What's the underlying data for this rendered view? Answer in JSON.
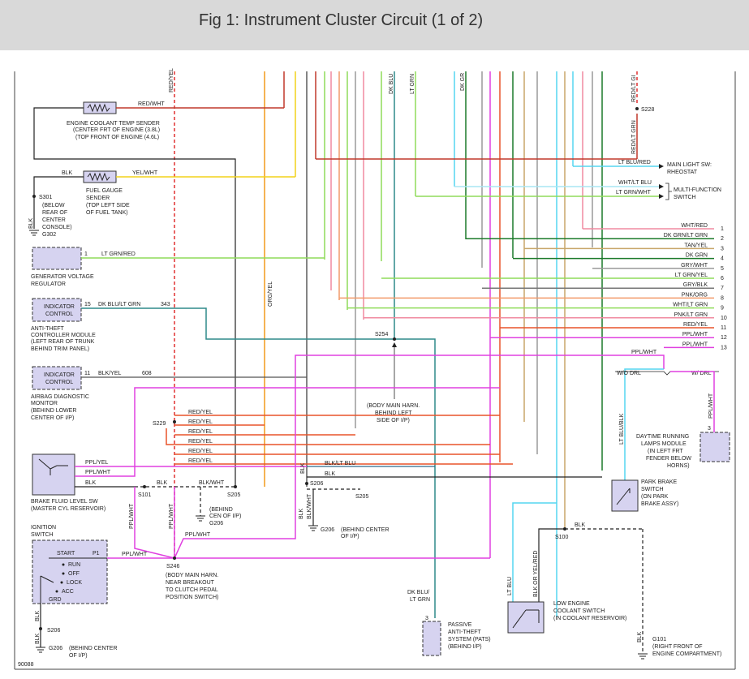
{
  "title": "Fig 1: Instrument Cluster Circuit (1 of 2)",
  "figure_code": "90088",
  "colors": {
    "red_wht": "#c0392b",
    "red_yel": "#e8542a",
    "yel_wht": "#f2d21a",
    "org_yel": "#f29a1a",
    "lt_grn": "#8fdc5a",
    "dk_grn": "#1b7a2a",
    "dk_blu_lt_grn": "#2f8a8a",
    "ppl_wht": "#e040e0",
    "lt_blu": "#55d6f0",
    "blk": "#222222",
    "tan_yel": "#c8a66a",
    "gry": "#9a9a9a",
    "pnk": "#f08aa0"
  },
  "components": {
    "ect_sender": [
      "ENGINE COOLANT TEMP SENDER",
      "(CENTER FRT OF ENGINE (3.8L)",
      "(TOP FRONT OF ENGINE (4.6L)"
    ],
    "fuel_sender": [
      "FUEL GAUGE",
      "SENDER",
      "(TOP LEFT SIDE",
      "OF FUEL TANK)"
    ],
    "s301": [
      "S301",
      "(BELOW",
      "REAR OF",
      "CENTER",
      "CONSOLE)"
    ],
    "g302": "G302",
    "gen_reg": [
      "GENERATOR VOLTAGE",
      "REGULATOR"
    ],
    "indicator_control": [
      "INDICATOR",
      "CONTROL"
    ],
    "anti_theft": [
      "ANTI-THEFT",
      "CONTROLLER MODULE",
      "(LEFT REAR OF TRUNK",
      "BEHIND TRIM PANEL)"
    ],
    "airbag": [
      "AIRBAG DIAGNOSTIC",
      "MONITOR",
      "(BEHIND LOWER",
      "CENTER OF I/P)"
    ],
    "brake_fluid": [
      "BRAKE FLUID LEVEL SW",
      "(MASTER CYL RESERVOIR)"
    ],
    "ignition": [
      "IGNITION",
      "SWITCH"
    ],
    "ign_positions": [
      "START",
      "RUN",
      "OFF",
      "LOCK",
      "ACC",
      "GRD",
      "P1"
    ],
    "s254_note": [
      "(BODY MAIN HARN.",
      "BEHIND LEFT",
      "SIDE OF I/P)"
    ],
    "s246_note": [
      "(BODY MAIN HARN.",
      "NEAR BREAKOUT",
      "TO CLUTCH PEDAL",
      "POSITION SWITCH)"
    ],
    "g206_a": [
      "(BEHIND",
      "CEN OF I/P)",
      "G206"
    ],
    "g206_b": [
      "G206",
      "(BEHIND CENTER",
      "OF I/P)"
    ],
    "g206_c": [
      "G206",
      "(BEHIND CENTER",
      "OF I/P)"
    ],
    "pats": [
      "PASSIVE",
      "ANTI-THEFT",
      "SYSTEM (PATS)",
      "(BEHIND I/P)"
    ],
    "low_coolant": [
      "LOW ENGINE",
      "COOLANT SWITCH",
      "(IN COOLANT RESERVOIR)"
    ],
    "g101": [
      "G101",
      "(RIGHT FRONT OF",
      "ENGINE COMPARTMENT)"
    ],
    "park_brake": [
      "PARK BRAKE",
      "SWITCH",
      "(ON PARK",
      "BRAKE ASSY)"
    ],
    "drl_module": [
      "DAYTIME RUNNING",
      "LAMPS MODULE",
      "(IN LEFT FRT",
      "FENDER BELOW",
      "HORNS)"
    ],
    "main_light_sw": [
      "MAIN LIGHT SW:",
      "RHEOSTAT"
    ],
    "multi_func": [
      "MULTI-FUNCTION",
      "SWITCH"
    ],
    "wo_drl": "W/O DRL",
    "w_drl": "W/ DRL"
  },
  "wires": {
    "red_wht": "RED/WHT",
    "yel_wht": "YEL/WHT",
    "blk": "BLK",
    "lt_grn_red": "LT GRN/RED",
    "dk_blu_lt_grn": "DK BLU/LT GRN",
    "blk_yel": "BLK/YEL",
    "ppl_yel": "PPL/YEL",
    "ppl_wht": "PPL/WHT",
    "blk_wht": "BLK/WHT",
    "blk_lt_blu": "BLK/LT BLU",
    "red_yel": "RED/YEL",
    "org_yel": "ORG/YEL",
    "dk_blu": "DK BLU",
    "lt_grn": "LT GRN",
    "red_yel_top": "RED/YEL",
    "red_lt_grn": "RED/LT GRN",
    "red_lt_gi": "RED/LT GI",
    "lt_blu_red": "LT BLU/RED",
    "wht_lt_blu": "WHT/LT BLU",
    "lt_grn_wht": "LT GRN/WHT",
    "lt_blu_blk": "LT BLU/BLK",
    "dk_blu_lt_grn_b": [
      "DK BLU/",
      "LT GRN"
    ],
    "lt_blu": "LT BLU",
    "blk_or_yel_red": "BLK OR YEL/RED",
    "dk_gr": "DK GR",
    "circuit_343": "343",
    "circuit_608": "608"
  },
  "pins": {
    "p1": "1",
    "p15": "15",
    "p11": "11",
    "p3a": "3",
    "p3b": "3",
    "p3c": "3"
  },
  "splices": {
    "s228": "S228",
    "s229": "S229",
    "s254": "S254",
    "s101": "S101",
    "s205a": "S205",
    "s205b": "S205",
    "s206a": "S206",
    "s206b": "S206",
    "s246": "S246",
    "s100": "S100"
  },
  "connector_rows": [
    {
      "pin": "1",
      "label": "WHT/RED",
      "color": "#f08aa0"
    },
    {
      "pin": "2",
      "label": "DK GRN/LT GRN",
      "color": "#1b7a2a"
    },
    {
      "pin": "3",
      "label": "TAN/YEL",
      "color": "#c8a66a"
    },
    {
      "pin": "4",
      "label": "DK GRN",
      "color": "#1b7a2a"
    },
    {
      "pin": "5",
      "label": "GRY/WHT",
      "color": "#9a9a9a"
    },
    {
      "pin": "6",
      "label": "LT GRN/YEL",
      "color": "#8fdc5a"
    },
    {
      "pin": "7",
      "label": "GRY/BLK",
      "color": "#777777"
    },
    {
      "pin": "8",
      "label": "PNK/ORG",
      "color": "#f29a6a"
    },
    {
      "pin": "9",
      "label": "WHT/LT GRN",
      "color": "#8fdc5a"
    },
    {
      "pin": "10",
      "label": "PNK/LT GRN",
      "color": "#f08aa0"
    },
    {
      "pin": "11",
      "label": "RED/YEL",
      "color": "#e8542a"
    },
    {
      "pin": "12",
      "label": "PPL/WHT",
      "color": "#e040e0"
    },
    {
      "pin": "13",
      "label": "PPL/WHT",
      "color": "#e040e0"
    }
  ]
}
